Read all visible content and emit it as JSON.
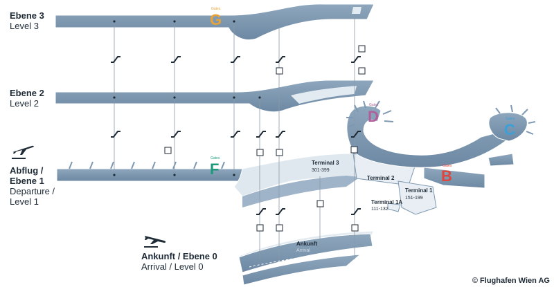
{
  "levels": {
    "level3": {
      "de": "Ebene 3",
      "en": "Level 3"
    },
    "level2": {
      "de": "Ebene 2",
      "en": "Level 2"
    },
    "level1": {
      "de1": "Abflug /",
      "de2": "Ebene 1",
      "en1": "Departure /",
      "en2": "Level 1"
    },
    "level0": {
      "de": "Ankunft / Ebene 0",
      "en": "Arrival / Level 0"
    }
  },
  "gates": [
    {
      "id": "G",
      "label": "Gates",
      "color": "#e8a33a"
    },
    {
      "id": "D",
      "label": "Gates",
      "color": "#b0609c"
    },
    {
      "id": "C",
      "label": "Gates",
      "color": "#3aa0d8"
    },
    {
      "id": "F",
      "label": "Gates",
      "color": "#1c9a7a"
    },
    {
      "id": "B",
      "label": "Gates",
      "color": "#e0463c"
    }
  ],
  "terminals": [
    {
      "name": "Terminal 3",
      "gates": "301-399"
    },
    {
      "name": "Terminal 2",
      "gates": ""
    },
    {
      "name": "Terminal 1",
      "gates": "151-199"
    },
    {
      "name": "Terminal 1A",
      "gates": "111-132"
    }
  ],
  "arrival_hall": {
    "de": "Ankunft",
    "en": "Arrival"
  },
  "copyright": "© Flughafen Wien AG",
  "colors": {
    "floor": "#7e98b1",
    "floor_light": "#e3ebf2",
    "outline": "#ffffff",
    "text": "#1e2a36"
  }
}
